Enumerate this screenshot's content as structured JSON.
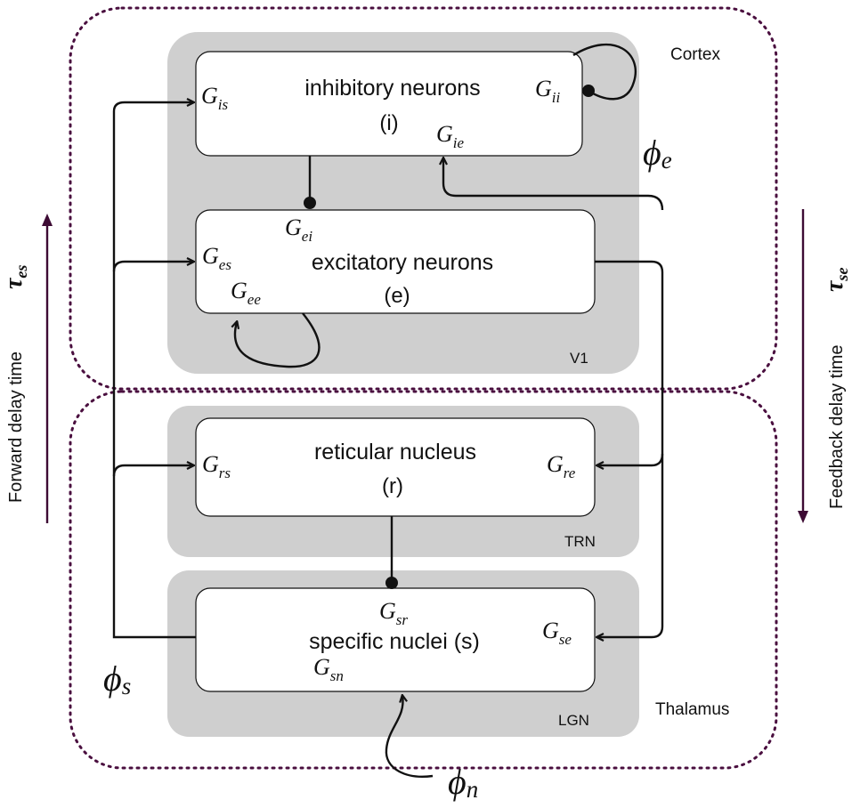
{
  "regions": {
    "cortex_label": "Cortex",
    "thalamus_label": "Thalamus"
  },
  "panels": {
    "v1_label": "V1",
    "trn_label": "TRN",
    "lgn_label": "LGN"
  },
  "nodes": {
    "inhibitory": {
      "title": "inhibitory neurons",
      "sub": "(i)"
    },
    "excitatory": {
      "title": "excitatory neurons",
      "sub": "(e)"
    },
    "reticular": {
      "title": "reticular nucleus",
      "sub": "(r)"
    },
    "specific": {
      "title": "specific nuclei (s)"
    }
  },
  "gains": {
    "is": {
      "base": "G",
      "sub": "is"
    },
    "ii": {
      "base": "G",
      "sub": "ii"
    },
    "ie": {
      "base": "G",
      "sub": "ie"
    },
    "ei": {
      "base": "G",
      "sub": "ei"
    },
    "es": {
      "base": "G",
      "sub": "es"
    },
    "ee": {
      "base": "G",
      "sub": "ee"
    },
    "rs": {
      "base": "G",
      "sub": "rs"
    },
    "re": {
      "base": "G",
      "sub": "re"
    },
    "sr": {
      "base": "G",
      "sub": "sr"
    },
    "se": {
      "base": "G",
      "sub": "se"
    },
    "sn": {
      "base": "G",
      "sub": "sn"
    }
  },
  "fields": {
    "phi_e": {
      "base": "ϕ",
      "sub": "e"
    },
    "phi_s": {
      "base": "ϕ",
      "sub": "s"
    },
    "phi_n": {
      "base": "ϕ",
      "sub": "n"
    }
  },
  "delays": {
    "forward_label": "Forward delay time",
    "forward_symbol": {
      "base": "τ",
      "sub": "es"
    },
    "feedback_label": "Feedback delay time",
    "feedback_symbol": {
      "base": "τ",
      "sub": "se"
    }
  },
  "colors": {
    "region_border": "#4a0f3f",
    "delay_arrow": "#3d0b34",
    "panel_fill": "#cfcfcf"
  }
}
